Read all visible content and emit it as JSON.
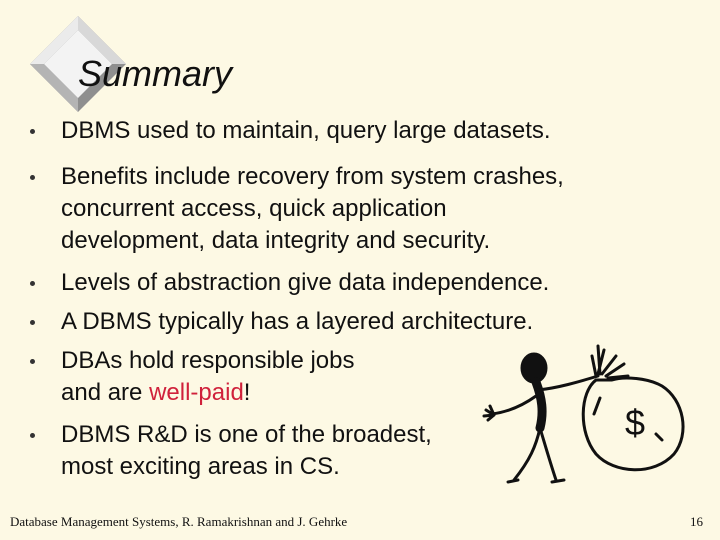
{
  "slide": {
    "title": "Summary",
    "bullets": [
      {
        "lines": [
          "DBMS used to maintain, query large datasets."
        ]
      },
      {
        "lines": [
          "Benefits include recovery from system crashes,",
          "concurrent access, quick application",
          "development, data integrity and security."
        ]
      },
      {
        "lines": [
          "Levels of abstraction give data independence."
        ]
      },
      {
        "lines": [
          "A DBMS typically has a layered architecture."
        ]
      },
      {
        "lines": [
          "DBAs hold responsible jobs"
        ],
        "lead": "and are ",
        "highlight": "well-paid",
        "tail": "!"
      },
      {
        "lines": [
          "DBMS R&D is one of the broadest,",
          "most exciting areas in CS."
        ]
      }
    ],
    "figure_symbol": "$",
    "footer": {
      "credit": "Database Management Systems, R. Ramakrishnan and J. Gehrke",
      "page": "16"
    }
  },
  "colors": {
    "background": "#fdf9e4",
    "accent": "#d0213b"
  },
  "icons": {
    "title_ornament": "beveled-diamond-icon",
    "figure": "person-with-money-bag-icon"
  }
}
